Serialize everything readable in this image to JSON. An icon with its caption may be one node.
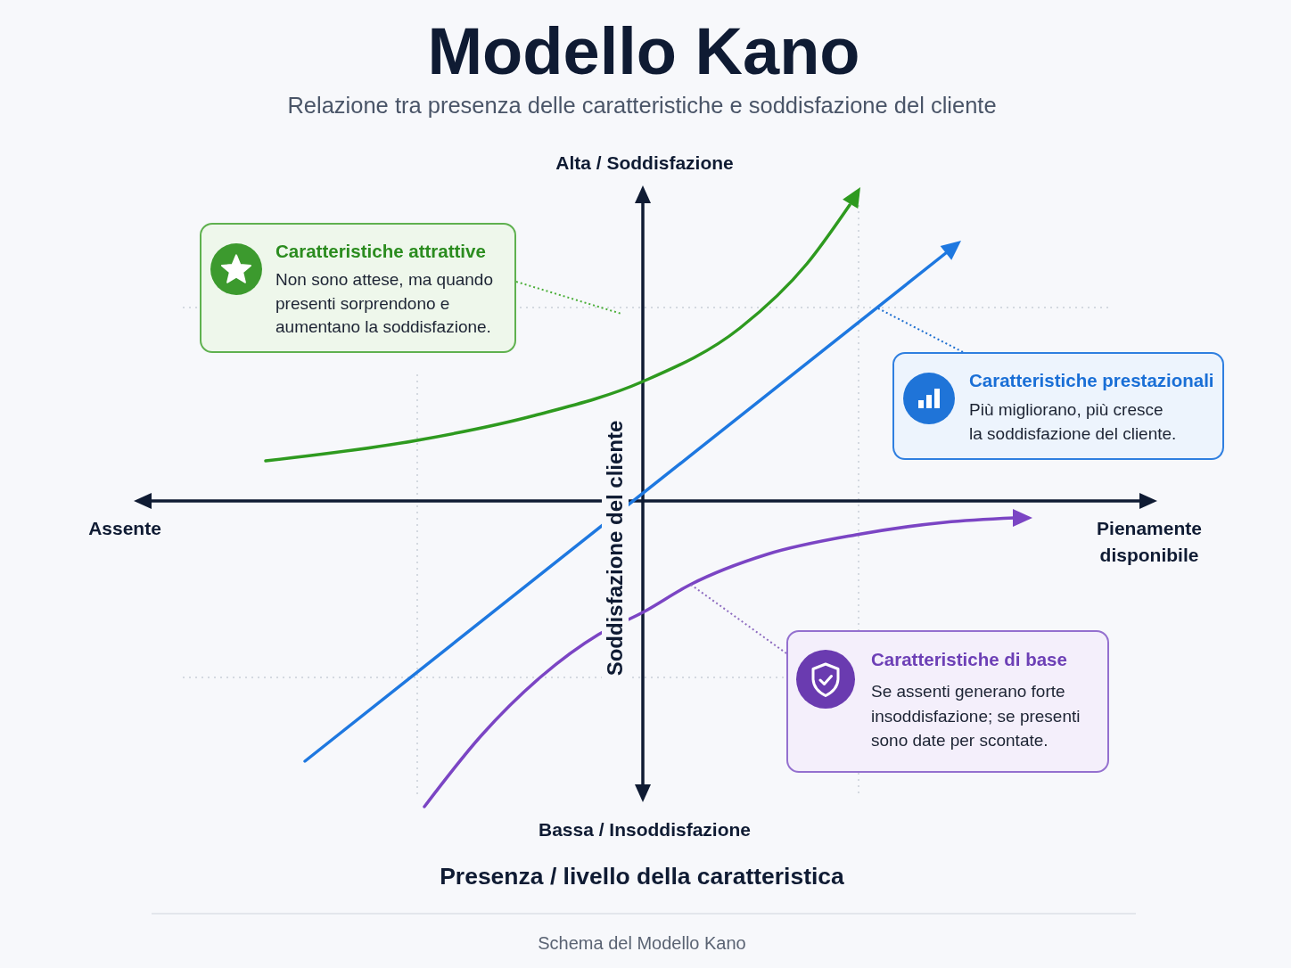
{
  "diagram": {
    "title": "Modello Kano",
    "caption": "Schema del Modello Kano",
    "nodes": [
      {
        "text": [
          "Caratteristiche attrattive",
          "Non sono attese, ma quando presenti sorprendono e aumentano la soddisfazione."
        ]
      },
      {
        "text": [
          "Caratteristiche prestazionali",
          "Più migliorano, più cresce la soddisfazione del cliente."
        ]
      },
      {
        "text": [
          "Caratteristiche di base",
          "Se assenti generano forte insoddisfazione; se presenti sono date per scontate."
        ]
      }
    ],
    "edges": [
      {
        "from": 0,
        "to": null,
        "arrow": "none",
        "style": "dashed",
        "color": "#4caf3a"
      },
      {
        "from": 1,
        "to": null,
        "arrow": "none",
        "style": "dashed",
        "color": "#1f6fd0"
      },
      {
        "from": 2,
        "to": null,
        "arrow": "none",
        "style": "dashed",
        "color": "#8e6cc0"
      }
    ],
    "labels": [
      "Relazione tra presenza delle caratteristiche e soddisfazione del cliente",
      "Alta / Soddisfazione",
      "Soddisfazione del cliente",
      "Assente",
      "Pienamente disponibile",
      "Bassa / Insoddisfazione",
      "Presenza / livello della caratteristica"
    ]
  }
}
